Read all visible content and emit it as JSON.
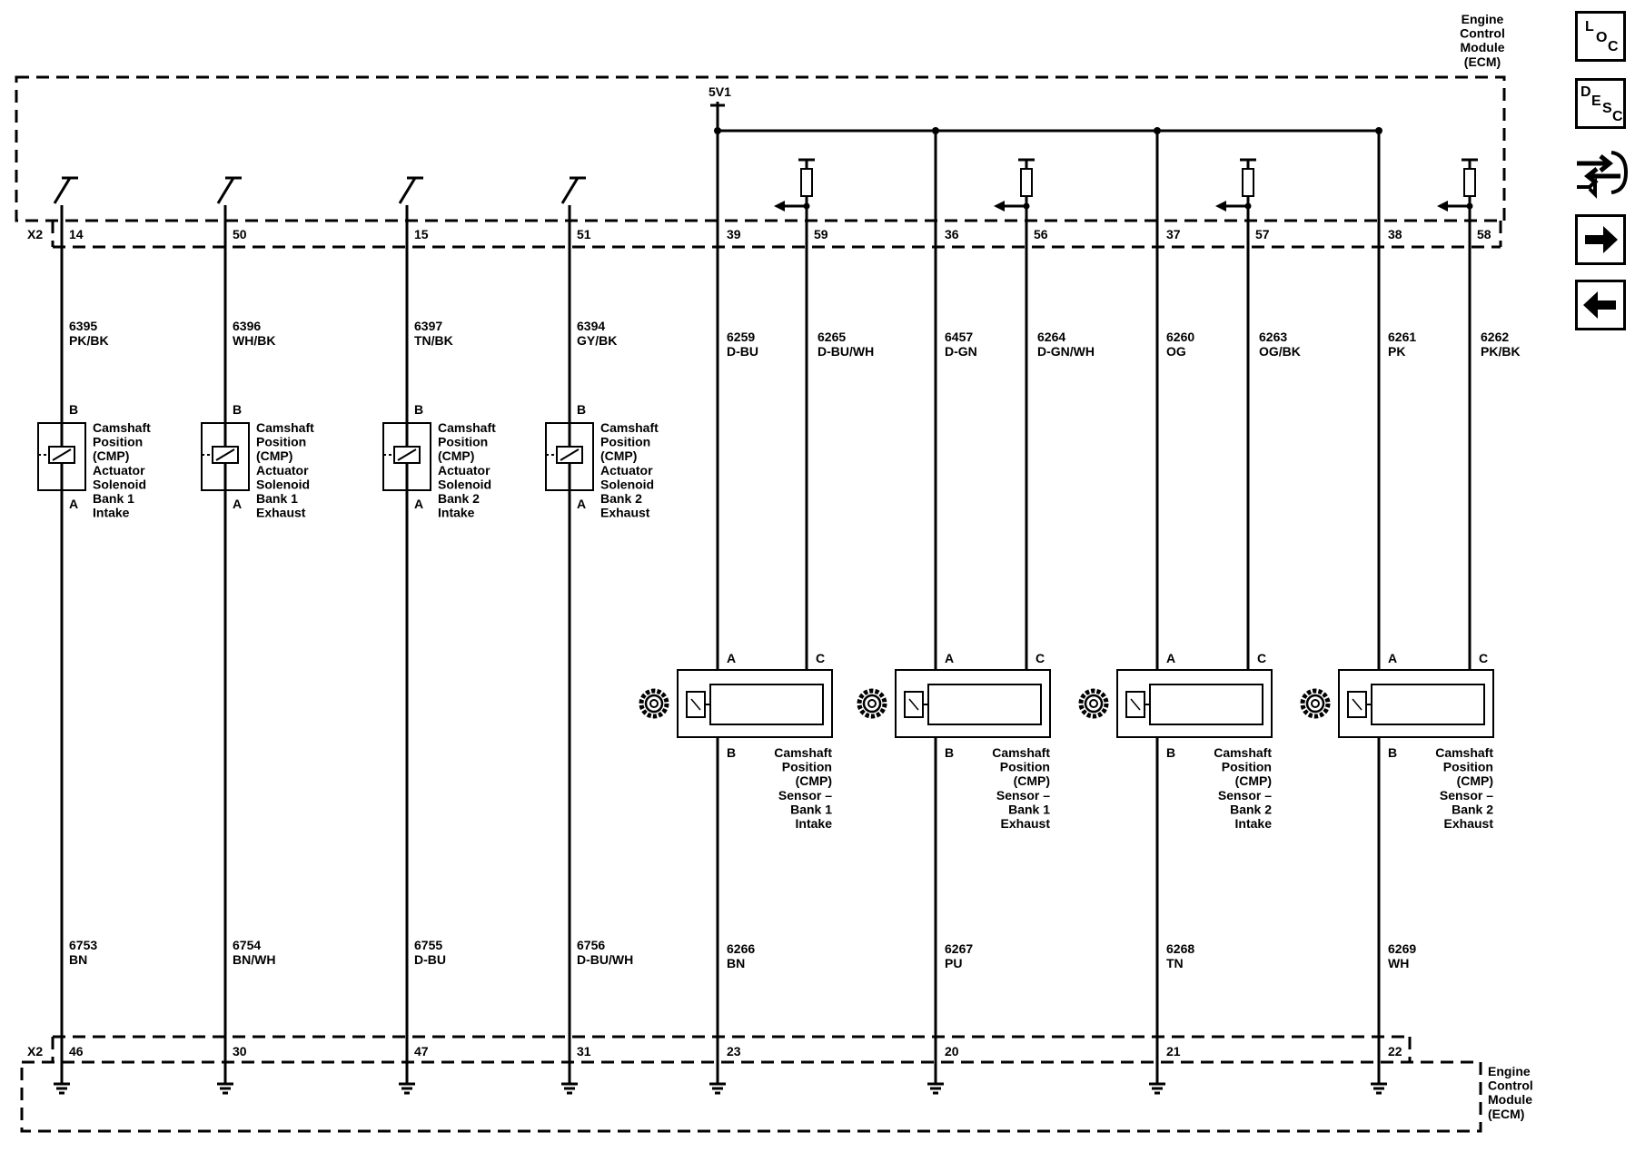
{
  "ecm": {
    "top_label": [
      "Engine",
      "Control",
      "Module",
      "(ECM)"
    ],
    "bottom_label": [
      "Engine",
      "Control",
      "Module",
      "(ECM)"
    ],
    "connector_top": "X2",
    "connector_bottom": "X2",
    "supply_label": "5V1"
  },
  "solenoid_circuits": [
    {
      "top_pin": "14",
      "top_circuit": "6395",
      "top_color": "PK/BK",
      "pin_b": "B",
      "pin_a": "A",
      "label": [
        "Camshaft",
        "Position",
        "(CMP)",
        "Actuator",
        "Solenoid",
        "Bank 1",
        "Intake"
      ],
      "bottom_circuit": "6753",
      "bottom_color": "BN",
      "bottom_pin": "46"
    },
    {
      "top_pin": "50",
      "top_circuit": "6396",
      "top_color": "WH/BK",
      "pin_b": "B",
      "pin_a": "A",
      "label": [
        "Camshaft",
        "Position",
        "(CMP)",
        "Actuator",
        "Solenoid",
        "Bank 1",
        "Exhaust"
      ],
      "bottom_circuit": "6754",
      "bottom_color": "BN/WH",
      "bottom_pin": "30"
    },
    {
      "top_pin": "15",
      "top_circuit": "6397",
      "top_color": "TN/BK",
      "pin_b": "B",
      "pin_a": "A",
      "label": [
        "Camshaft",
        "Position",
        "(CMP)",
        "Actuator",
        "Solenoid",
        "Bank 2",
        "Intake"
      ],
      "bottom_circuit": "6755",
      "bottom_color": "D-BU",
      "bottom_pin": "47"
    },
    {
      "top_pin": "51",
      "top_circuit": "6394",
      "top_color": "GY/BK",
      "pin_b": "B",
      "pin_a": "A",
      "label": [
        "Camshaft",
        "Position",
        "(CMP)",
        "Actuator",
        "Solenoid",
        "Bank 2",
        "Exhaust"
      ],
      "bottom_circuit": "6756",
      "bottom_color": "D-BU/WH",
      "bottom_pin": "31"
    }
  ],
  "sensor_circuits": [
    {
      "supply_pin": "39",
      "supply_circuit": "6259",
      "supply_color": "D-BU",
      "signal_pin": "59",
      "signal_circuit": "6265",
      "signal_color": "D-BU/WH",
      "pin_a": "A",
      "pin_c": "C",
      "pin_b": "B",
      "label": [
        "Camshaft",
        "Position",
        "(CMP)",
        "Sensor –",
        "Bank 1",
        "Intake"
      ],
      "low_circuit": "6266",
      "low_color": "BN",
      "low_pin": "23"
    },
    {
      "supply_pin": "36",
      "supply_circuit": "6457",
      "supply_color": "D-GN",
      "signal_pin": "56",
      "signal_circuit": "6264",
      "signal_color": "D-GN/WH",
      "pin_a": "A",
      "pin_c": "C",
      "pin_b": "B",
      "label": [
        "Camshaft",
        "Position",
        "(CMP)",
        "Sensor –",
        "Bank 1",
        "Exhaust"
      ],
      "low_circuit": "6267",
      "low_color": "PU",
      "low_pin": "20"
    },
    {
      "supply_pin": "37",
      "supply_circuit": "6260",
      "supply_color": "OG",
      "signal_pin": "57",
      "signal_circuit": "6263",
      "signal_color": "OG/BK",
      "pin_a": "A",
      "pin_c": "C",
      "pin_b": "B",
      "label": [
        "Camshaft",
        "Position",
        "(CMP)",
        "Sensor –",
        "Bank 2",
        "Intake"
      ],
      "low_circuit": "6268",
      "low_color": "TN",
      "low_pin": "21"
    },
    {
      "supply_pin": "38",
      "supply_circuit": "6261",
      "supply_color": "PK",
      "signal_pin": "58",
      "signal_circuit": "6262",
      "signal_color": "PK/BK",
      "pin_a": "A",
      "pin_c": "C",
      "pin_b": "B",
      "label": [
        "Camshaft",
        "Position",
        "(CMP)",
        "Sensor –",
        "Bank 2",
        "Exhaust"
      ],
      "low_circuit": "6269",
      "low_color": "WH",
      "low_pin": "22"
    }
  ],
  "nav": {
    "loc": {
      "l": "L",
      "o": "O",
      "c": "C",
      "icon": "location-icon"
    },
    "desc": {
      "d": "D",
      "e": "E",
      "s": "S",
      "c": "C",
      "icon": "description-icon"
    },
    "connector_icon": "connector-repair-icon",
    "next_icon": "arrow-right-icon",
    "prev_icon": "arrow-left-icon"
  }
}
